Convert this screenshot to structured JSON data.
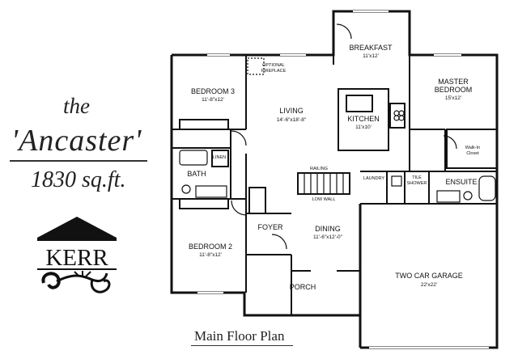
{
  "title": {
    "the": "the",
    "name": "'Ancaster'",
    "sqft": "1830 sq.ft."
  },
  "logo": {
    "brand": "KERR"
  },
  "caption": "Main Floor Plan",
  "rooms": {
    "breakfast": {
      "name": "BREAKFAST",
      "dim": "11'x12'"
    },
    "master": {
      "name1": "MASTER",
      "name2": "BEDROOM",
      "dim": "15'x12'"
    },
    "bedroom3": {
      "name": "BEDROOM 3",
      "dim": "11'-8\"x12'"
    },
    "living": {
      "name": "LIVING",
      "dim": "14'-6\"x18'-8\""
    },
    "kitchen": {
      "name": "KITCHEN",
      "dim": "11'x10'"
    },
    "bath": {
      "name": "BATH"
    },
    "linen": {
      "name": "LINEN"
    },
    "bedroom2": {
      "name": "BEDROOM 2",
      "dim": "11'-8\"x12'"
    },
    "foyer": {
      "name": "FOYER"
    },
    "dining": {
      "name": "DINING",
      "dim": "11'-6\"x12'-0\""
    },
    "porch": {
      "name": "PORCH"
    },
    "laundry": {
      "name": "LAUNDRY"
    },
    "tile_shower": {
      "line1": "TILE",
      "line2": "SHOWER"
    },
    "ensuite": {
      "name": "ENSUITE"
    },
    "walkin": {
      "line1": "Walk-In",
      "line2": "Closet"
    },
    "garage": {
      "name": "TWO CAR GARAGE",
      "dim": "22'x22'"
    }
  },
  "labels": {
    "fireplace1": "OPTIONAL",
    "fireplace2": "FIREPLACE",
    "railing": "RAILING",
    "low_wall": "LOW WALL"
  }
}
